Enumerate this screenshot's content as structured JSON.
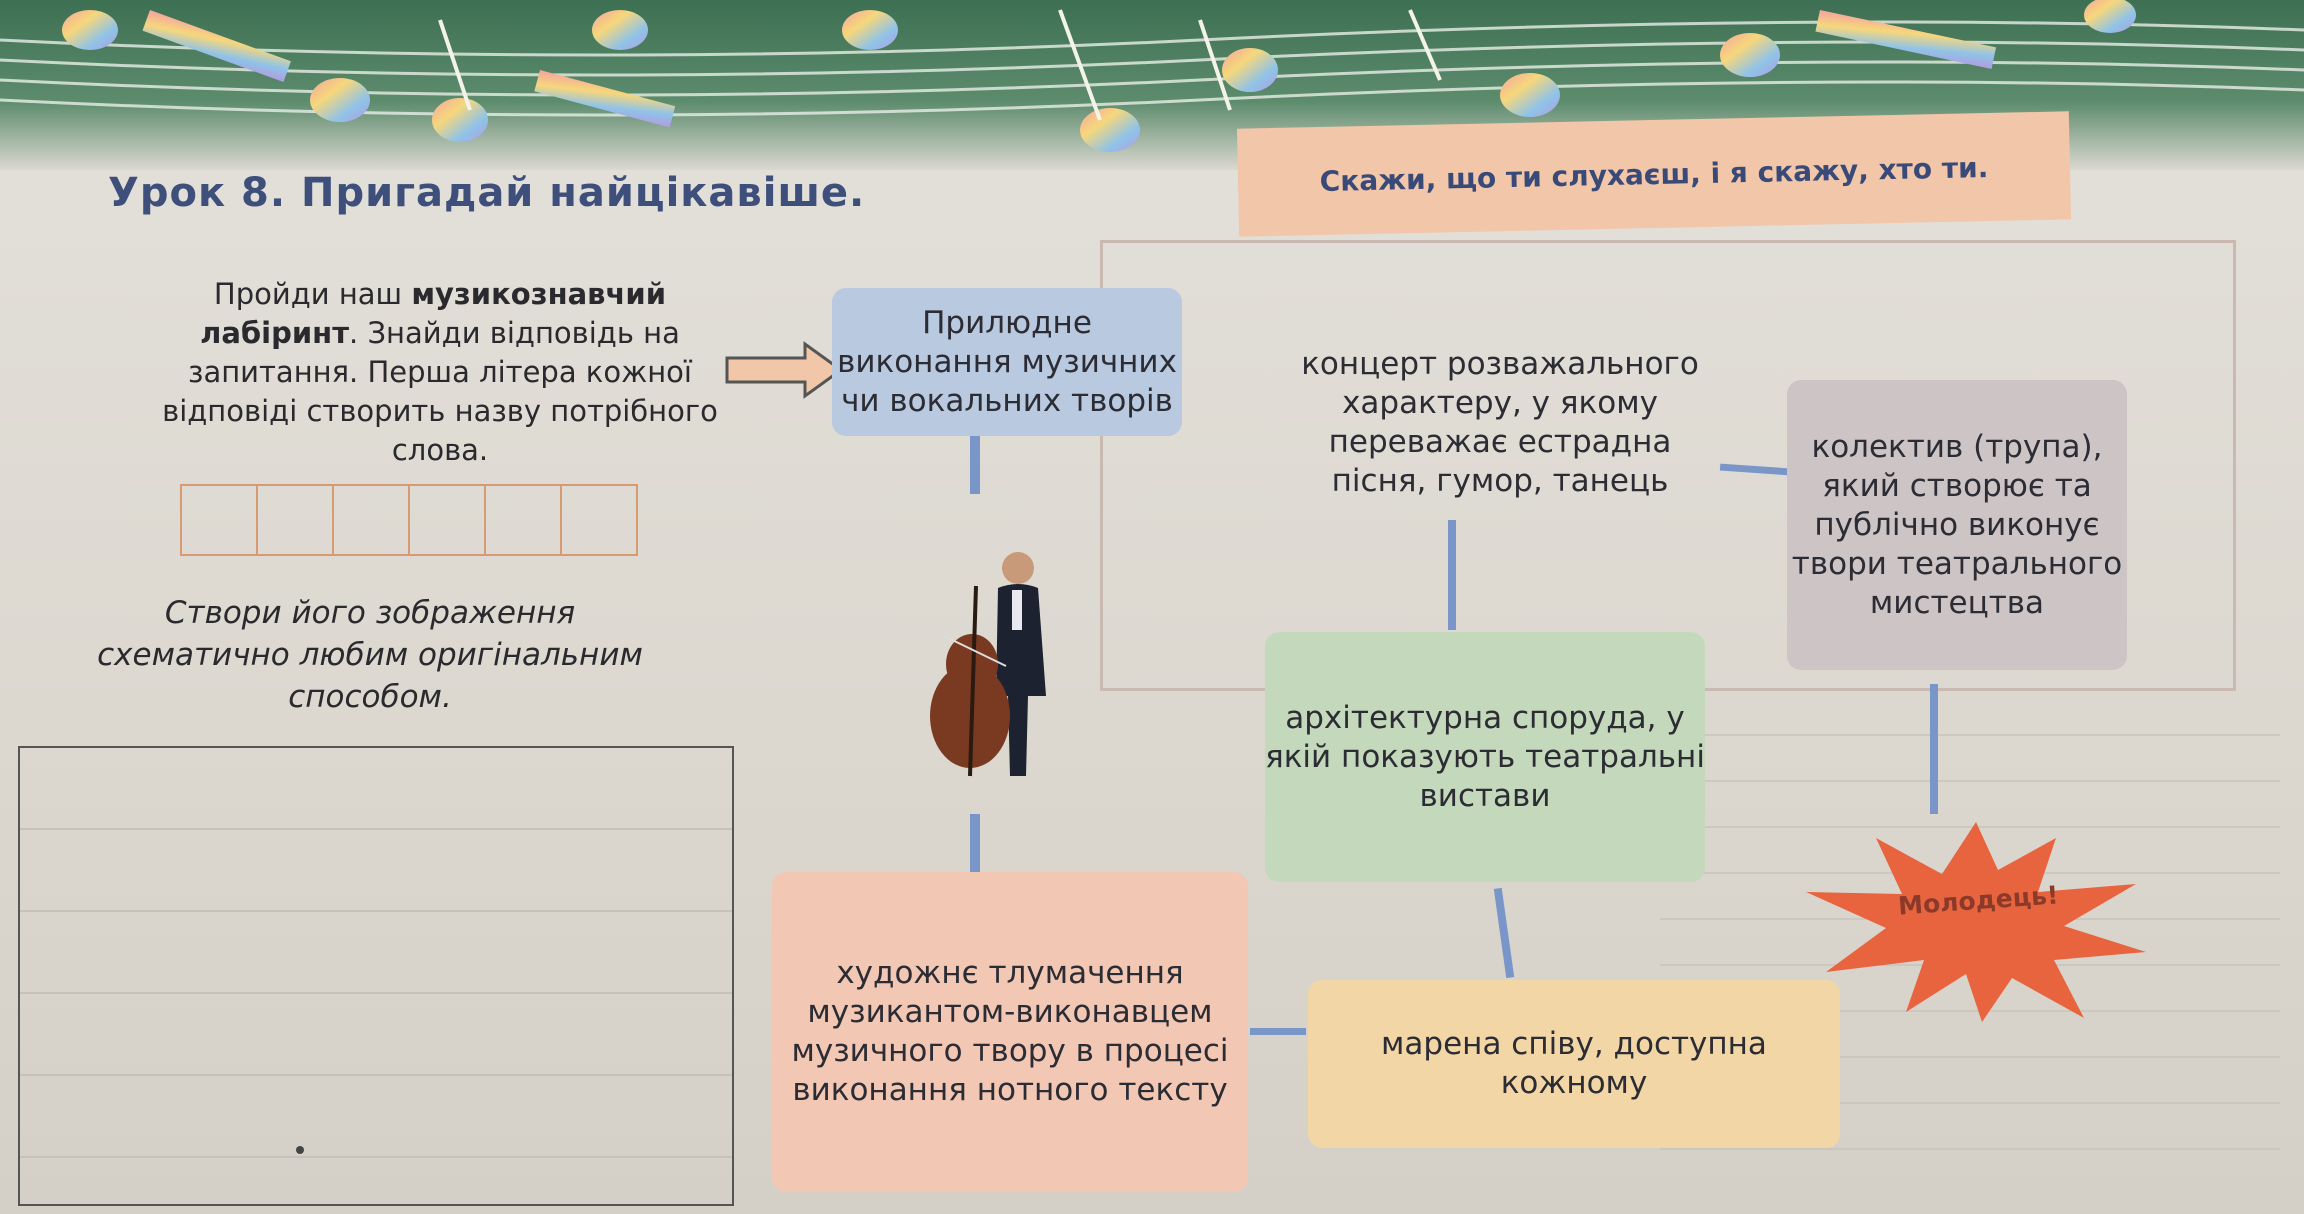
{
  "header": {
    "title": "Урок 8. Пригадай найцікавіше.",
    "motto": "Скажи, що ти слухаєш, і я скажу, хто ти."
  },
  "intro": {
    "text_before": "Пройди наш ",
    "bold_1": "музикознавчий лабіринт",
    "text_after": ". Знайди відповідь на запитання. Перша літера кожної відповіді створить назву потрібного слова."
  },
  "answer_box_count": 6,
  "task": "Створи його зображення схематично любим оригінальним способом.",
  "labyrinth": {
    "box1": "Прилюдне виконання музичних чи вокальних творів",
    "box2": "концерт розважального характеру, у якому переважає естрадна пісня, гумор, танець",
    "box3": "колектив (трупа), який створює та публічно виконує твори театрального мистецтва",
    "box4": "архітектурна споруда, у якій показують театральні вистави",
    "box5": "художнє тлумачення музикантом-виконавцем музичного твору в процесі виконання нотного тексту",
    "box6": "марена співу, доступна кожному"
  },
  "badge": "Молодець!",
  "colors": {
    "title": "#3d4f7a",
    "motto_bg": "#f2c6a8",
    "box_blue": "#b9c9df",
    "box_gray": "#cdc5c5",
    "box_green": "#c4d9bb",
    "box_pink": "#f2c7b4",
    "box_yellow": "#f2d6a6",
    "star": "#e8643e"
  }
}
